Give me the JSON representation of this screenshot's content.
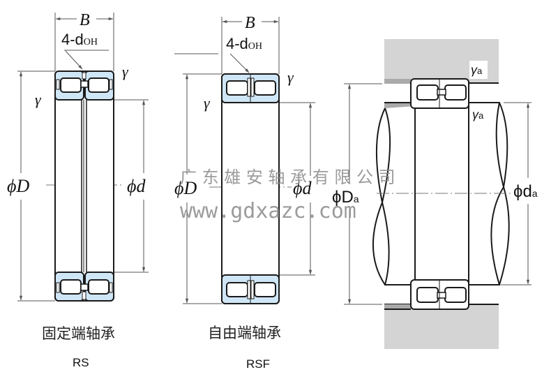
{
  "colors": {
    "bearing_fill": "#cfe6f6",
    "outline": "#1a1a1a",
    "dim_line": "#555555",
    "housing_fill": "#d4d4d4",
    "housing_shoulder": "#aaaaaa",
    "watermark": "#8a8a8a"
  },
  "diagrams": [
    {
      "id": "RS",
      "caption_cn": "固定端轴承",
      "caption_code": "RS",
      "labels": {
        "width": "B",
        "oil_hole": "4-d",
        "oil_hole_sub": "OH",
        "chamfer_outer": "γ",
        "chamfer_inner": "γ",
        "outer_dia": "ϕD",
        "inner_dia": "ϕd"
      }
    },
    {
      "id": "RSF",
      "caption_cn": "自由端轴承",
      "caption_code": "RSF",
      "labels": {
        "width": "B",
        "oil_hole": "4-d",
        "oil_hole_sub": "OH",
        "chamfer_outer": "γ",
        "chamfer_inner": "γ",
        "outer_dia": "ϕD",
        "inner_dia": "ϕd"
      }
    },
    {
      "id": "mounting",
      "labels": {
        "housing_fillet": "γ",
        "housing_fillet_sub": "a",
        "shaft_fillet": "γ",
        "shaft_fillet_sub": "a",
        "housing_dia": "ϕD",
        "housing_dia_sub": "a",
        "shaft_dia": "ϕd",
        "shaft_dia_sub": "a"
      }
    }
  ],
  "watermark": {
    "company": "广 东 雄 安 轴 承 有 限 公 司",
    "url": "www.gdxazc.com"
  }
}
